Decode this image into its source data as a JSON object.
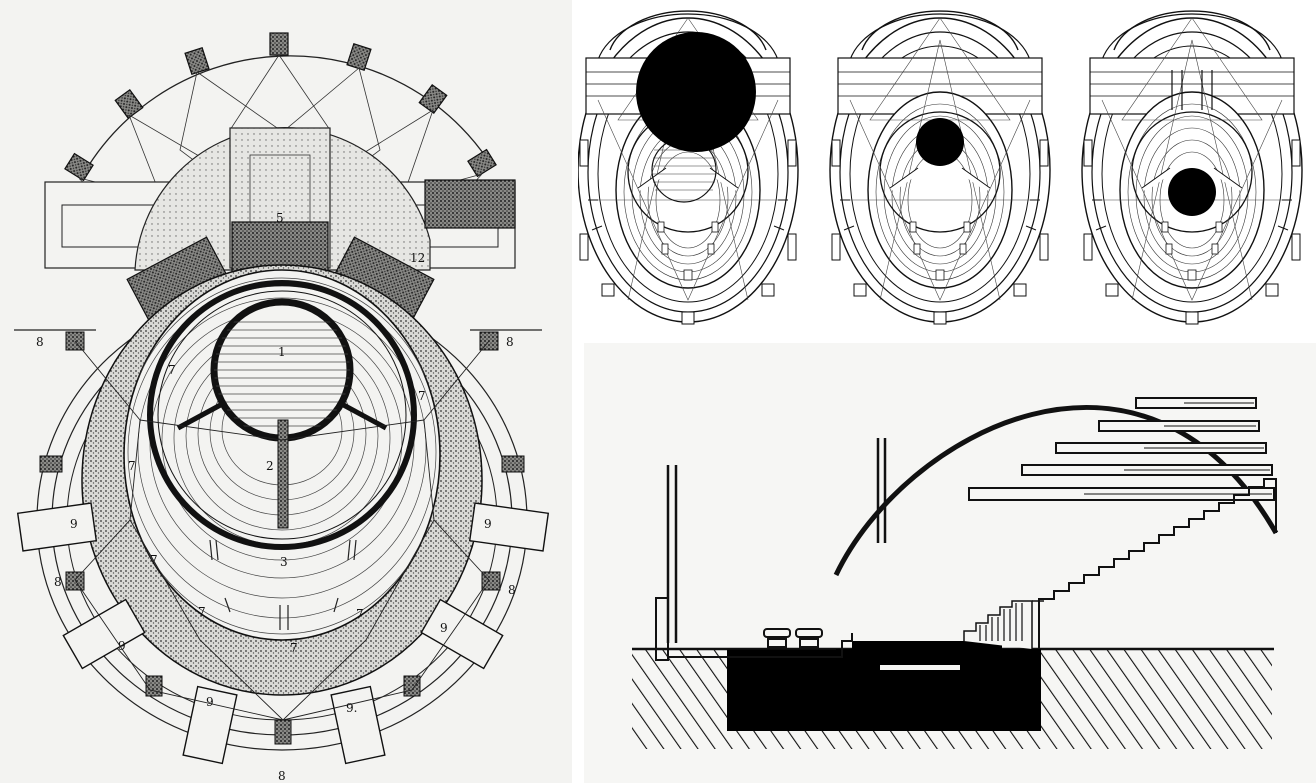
{
  "plan": {
    "labels": [
      {
        "key": "auditorium-center",
        "text": "1"
      },
      {
        "key": "aisle",
        "text": "2"
      },
      {
        "key": "lower-seating",
        "text": "3"
      },
      {
        "key": "stage",
        "text": "5"
      },
      {
        "key": "ring-nw",
        "text": "7"
      },
      {
        "key": "ring-ne",
        "text": "7"
      },
      {
        "key": "ring-w",
        "text": "7"
      },
      {
        "key": "ring-sw",
        "text": "7"
      },
      {
        "key": "ring-s",
        "text": "7"
      },
      {
        "key": "ring-se",
        "text": "7"
      },
      {
        "key": "ring-bottom",
        "text": "7"
      },
      {
        "key": "pylon-nw",
        "text": "8"
      },
      {
        "key": "pylon-ne",
        "text": "8"
      },
      {
        "key": "pylon-sw",
        "text": "8"
      },
      {
        "key": "pylon-se",
        "text": "8"
      },
      {
        "key": "pylon-bottom",
        "text": "8"
      },
      {
        "key": "wing-w",
        "text": "9"
      },
      {
        "key": "wing-e",
        "text": "9"
      },
      {
        "key": "wing-sw",
        "text": "9"
      },
      {
        "key": "wing-se",
        "text": "9"
      },
      {
        "key": "wing-s",
        "text": "9"
      },
      {
        "key": "wing-s2",
        "text": "9."
      },
      {
        "key": "stage-side",
        "text": "12"
      }
    ]
  },
  "variants": [
    {
      "name": "variant-stage-rear",
      "stage_position": "rear"
    },
    {
      "name": "variant-stage-center",
      "stage_position": "center"
    },
    {
      "name": "variant-stage-front",
      "stage_position": "front"
    }
  ],
  "section": {
    "view": "longitudinal-section"
  },
  "colors": {
    "ink": "#111111",
    "paper": "#f3f3f1",
    "stipple": "#444444"
  }
}
